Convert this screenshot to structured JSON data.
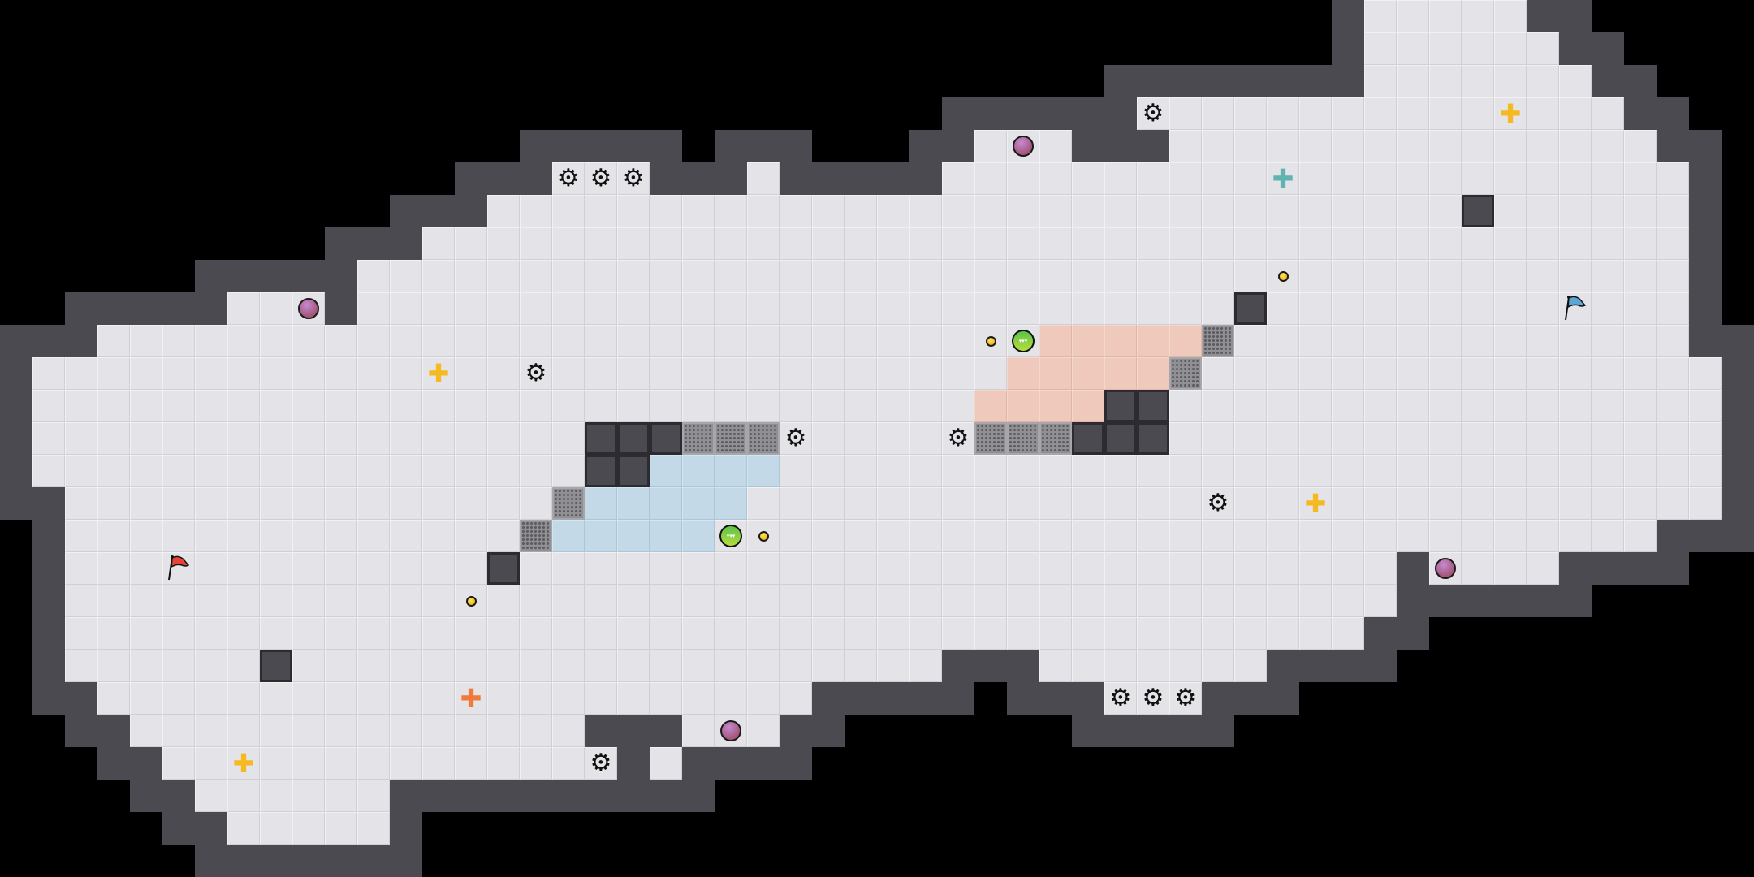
{
  "level": {
    "columns": 54,
    "rows": 27,
    "floor_ranges": [
      [
        0,
        [
          [
            42,
            46
          ]
        ]
      ],
      [
        1,
        [
          [
            42,
            47
          ]
        ]
      ],
      [
        2,
        [
          [
            42,
            48
          ]
        ]
      ],
      [
        3,
        [
          [
            35,
            49
          ]
        ]
      ],
      [
        4,
        [
          [
            30,
            32
          ],
          [
            36,
            50
          ]
        ]
      ],
      [
        5,
        [
          [
            17,
            19
          ],
          [
            23,
            23
          ],
          [
            29,
            51
          ]
        ]
      ],
      [
        6,
        [
          [
            15,
            51
          ]
        ]
      ],
      [
        7,
        [
          [
            13,
            51
          ]
        ]
      ],
      [
        8,
        [
          [
            11,
            51
          ]
        ]
      ],
      [
        9,
        [
          [
            7,
            9
          ],
          [
            11,
            51
          ]
        ]
      ],
      [
        10,
        [
          [
            3,
            51
          ]
        ]
      ],
      [
        11,
        [
          [
            1,
            52
          ]
        ]
      ],
      [
        12,
        [
          [
            1,
            52
          ]
        ]
      ],
      [
        13,
        [
          [
            1,
            52
          ]
        ]
      ],
      [
        14,
        [
          [
            1,
            52
          ]
        ]
      ],
      [
        15,
        [
          [
            2,
            52
          ]
        ]
      ],
      [
        16,
        [
          [
            2,
            50
          ]
        ]
      ],
      [
        17,
        [
          [
            2,
            42
          ],
          [
            44,
            47
          ]
        ]
      ],
      [
        18,
        [
          [
            2,
            42
          ]
        ]
      ],
      [
        19,
        [
          [
            2,
            41
          ]
        ]
      ],
      [
        20,
        [
          [
            2,
            28
          ],
          [
            32,
            38
          ]
        ]
      ],
      [
        21,
        [
          [
            3,
            24
          ],
          [
            34,
            36
          ]
        ]
      ],
      [
        22,
        [
          [
            4,
            17
          ],
          [
            21,
            23
          ]
        ]
      ],
      [
        23,
        [
          [
            5,
            18
          ],
          [
            20,
            20
          ]
        ]
      ],
      [
        24,
        [
          [
            6,
            11
          ]
        ]
      ],
      [
        25,
        [
          [
            7,
            11
          ]
        ]
      ]
    ],
    "inner_walls": [
      [
        9,
        38
      ],
      [
        17,
        15
      ],
      [
        20,
        8
      ],
      [
        6,
        45
      ],
      [
        13,
        18
      ],
      [
        13,
        19
      ],
      [
        13,
        20
      ],
      [
        14,
        18
      ],
      [
        14,
        19
      ],
      [
        12,
        34
      ],
      [
        12,
        35
      ],
      [
        13,
        33
      ],
      [
        13,
        34
      ],
      [
        13,
        35
      ]
    ],
    "grates": [
      [
        10,
        37
      ],
      [
        11,
        36
      ],
      [
        13,
        21
      ],
      [
        13,
        22
      ],
      [
        13,
        23
      ],
      [
        13,
        30
      ],
      [
        13,
        31
      ],
      [
        13,
        32
      ],
      [
        15,
        17
      ],
      [
        16,
        16
      ]
    ],
    "pink_zone": [
      [
        10,
        32,
        36
      ],
      [
        11,
        31,
        35
      ],
      [
        12,
        30,
        33
      ]
    ],
    "blue_zone": [
      [
        14,
        20,
        23
      ],
      [
        15,
        18,
        22
      ],
      [
        16,
        17,
        21
      ]
    ]
  },
  "colors": {
    "yellow_cross": "#f5b922",
    "teal_cross": "#5fb3b0",
    "orange_cross": "#f07a3a",
    "red_flag": "#e8433a",
    "blue_flag": "#5aa6d6"
  },
  "items": [
    {
      "type": "gear",
      "icon": "gear-icon",
      "row": 5,
      "col": 17
    },
    {
      "type": "gear",
      "icon": "gear-icon",
      "row": 5,
      "col": 18
    },
    {
      "type": "gear",
      "icon": "gear-icon",
      "row": 5,
      "col": 19
    },
    {
      "type": "gear",
      "icon": "gear-icon",
      "row": 3,
      "col": 35
    },
    {
      "type": "gear",
      "icon": "gear-icon",
      "row": 11,
      "col": 16
    },
    {
      "type": "gear",
      "icon": "gear-icon",
      "row": 13,
      "col": 24
    },
    {
      "type": "gear",
      "icon": "gear-icon",
      "row": 13,
      "col": 29
    },
    {
      "type": "gear",
      "icon": "gear-icon",
      "row": 15,
      "col": 37
    },
    {
      "type": "gear",
      "icon": "gear-icon",
      "row": 21,
      "col": 34
    },
    {
      "type": "gear",
      "icon": "gear-icon",
      "row": 21,
      "col": 35
    },
    {
      "type": "gear",
      "icon": "gear-icon",
      "row": 21,
      "col": 36
    },
    {
      "type": "gear",
      "icon": "gear-icon",
      "row": 23,
      "col": 18
    },
    {
      "type": "potion",
      "icon": "potion-icon",
      "row": 4,
      "col": 31
    },
    {
      "type": "potion",
      "icon": "potion-icon",
      "row": 9,
      "col": 9
    },
    {
      "type": "potion",
      "icon": "potion-icon",
      "row": 17,
      "col": 44
    },
    {
      "type": "potion",
      "icon": "potion-icon",
      "row": 22,
      "col": 22
    },
    {
      "type": "cross",
      "icon": "yellow-cross-icon",
      "color": "yellow_cross",
      "row": 3,
      "col": 46
    },
    {
      "type": "cross",
      "icon": "yellow-cross-icon",
      "color": "yellow_cross",
      "row": 11,
      "col": 13
    },
    {
      "type": "cross",
      "icon": "yellow-cross-icon",
      "color": "yellow_cross",
      "row": 15,
      "col": 40
    },
    {
      "type": "cross",
      "icon": "yellow-cross-icon",
      "color": "yellow_cross",
      "row": 23,
      "col": 7
    },
    {
      "type": "cross",
      "icon": "teal-cross-icon",
      "color": "teal_cross",
      "row": 5,
      "col": 39
    },
    {
      "type": "cross",
      "icon": "orange-cross-icon",
      "color": "orange_cross",
      "row": 21,
      "col": 14
    },
    {
      "type": "coin",
      "icon": "coin-icon",
      "row": 8,
      "col": 39
    },
    {
      "type": "coin",
      "icon": "coin-icon",
      "row": 10,
      "col": 30
    },
    {
      "type": "coin",
      "icon": "coin-icon",
      "row": 16,
      "col": 23
    },
    {
      "type": "coin",
      "icon": "coin-icon",
      "row": 18,
      "col": 14
    },
    {
      "type": "ball",
      "icon": "green-ball-icon",
      "row": 10,
      "col": 31
    },
    {
      "type": "ball",
      "icon": "green-ball-icon",
      "row": 16,
      "col": 22
    },
    {
      "type": "flag",
      "icon": "red-flag-icon",
      "color": "red_flag",
      "row": 17,
      "col": 5
    },
    {
      "type": "flag",
      "icon": "blue-flag-icon",
      "color": "blue_flag",
      "row": 9,
      "col": 48
    }
  ]
}
